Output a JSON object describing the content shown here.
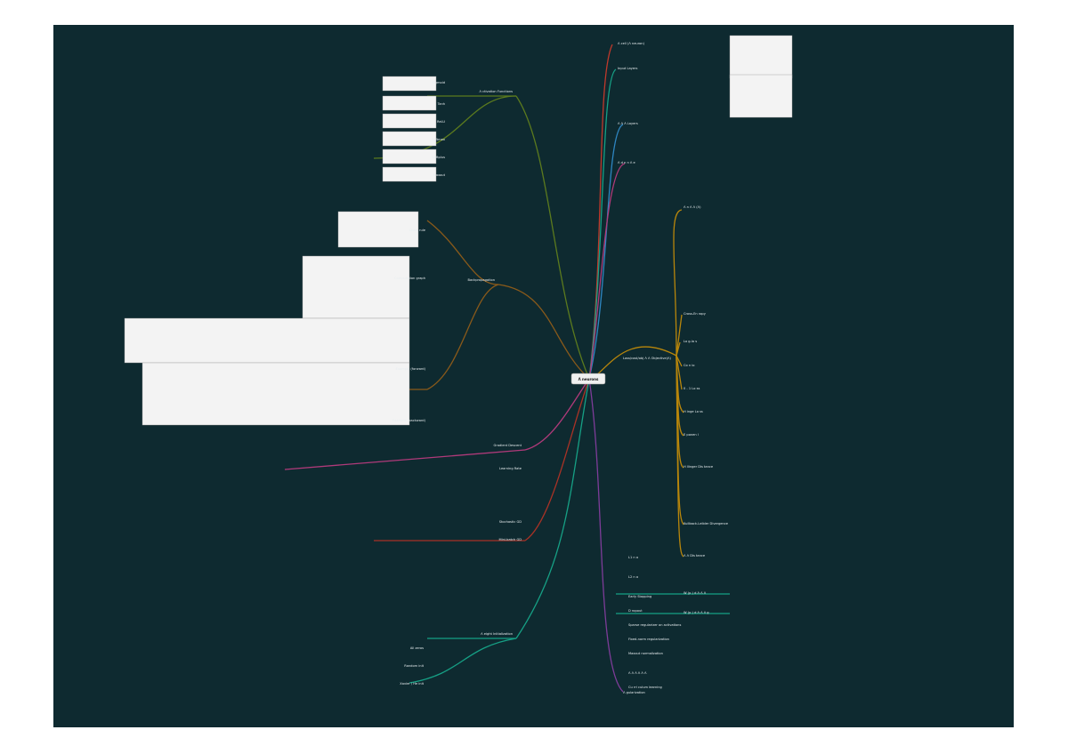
{
  "central": "Λ neurons",
  "colors": {
    "background": "#0e2a30",
    "branch_red": "#c0392b",
    "branch_teal": "#16a085",
    "branch_blue": "#2e86c1",
    "branch_magenta": "#b03a7a",
    "branch_olive": "#5b7a1e",
    "branch_brown": "#8a5a1a",
    "branch_amber": "#b8860b",
    "branch_purple": "#7d3c98",
    "branch_darkred": "#a93226"
  },
  "right_top": [
    {
      "label": "Λ cell (Λ neuron)"
    },
    {
      "label": "Input Layers"
    },
    {
      "label": "Λ Λ Λ  Layers"
    },
    {
      "label": "Λ  d  n n Λ  e"
    }
  ],
  "right_mid_title": "Loss/cost/obj  Λ Λ Objective(Λ)",
  "right_mid": [
    {
      "label": "Λ n Λ  Λ  (Λ)"
    },
    {
      "label": "Cross-En ropy"
    },
    {
      "label": "Lo g-lo s"
    },
    {
      "label": "Co  n io"
    },
    {
      "label": "0 - 1 Lo ss"
    },
    {
      "label": "H inge Lo ss"
    },
    {
      "label": "E ponen  l"
    },
    {
      "label": "H  llinger Dis tance"
    },
    {
      "label": "Kullback-Leibler Divergence"
    },
    {
      "label": "Λ Λ  Dis tance"
    },
    {
      "label": "W (p  ) d  Λ  Λ  Λ"
    },
    {
      "label": "W (p  ) d  Λ  Λ  Λ  g"
    }
  ],
  "right_bottom_title": "Λ  gularization",
  "right_bottom": [
    {
      "label": "L1 n o"
    },
    {
      "label": "L2 n o"
    },
    {
      "label": "Early Stopping"
    },
    {
      "label": "D ropout"
    },
    {
      "label": "Sparse regularizer on activations"
    },
    {
      "label": "Fixed-norm regularization"
    },
    {
      "label": "Maxout  normalization"
    },
    {
      "label": "Λ  Λ  Λ  Λ  Λ  Λ"
    },
    {
      "label": "Cu rri  culum  learning"
    }
  ],
  "left_top_title": "Λ  ctivation  Functions",
  "left_top": [
    {
      "label": "Sigmoid"
    },
    {
      "label": "Tanh"
    },
    {
      "label": "ReLU"
    },
    {
      "label": "Softmax"
    },
    {
      "label": "Softplus"
    },
    {
      "label": "Maxout"
    }
  ],
  "left_mid_title": "Backpropagation",
  "left_mid": [
    {
      "label": "Chain rule"
    },
    {
      "label": "Computation graph"
    },
    {
      "label": "Example (forward)"
    },
    {
      "label": "Example (backward)"
    }
  ],
  "left_low": [
    {
      "label": "Gradient Descent"
    },
    {
      "label": "Learning Rate"
    },
    {
      "label": "Stochastic GD"
    },
    {
      "label": "Mini-batch GD"
    }
  ],
  "left_bottom_title": "Λ eight Initialization",
  "left_bottom": [
    {
      "label": "All zeros"
    },
    {
      "label": "Random init"
    },
    {
      "label": "Xavier / He init"
    }
  ]
}
